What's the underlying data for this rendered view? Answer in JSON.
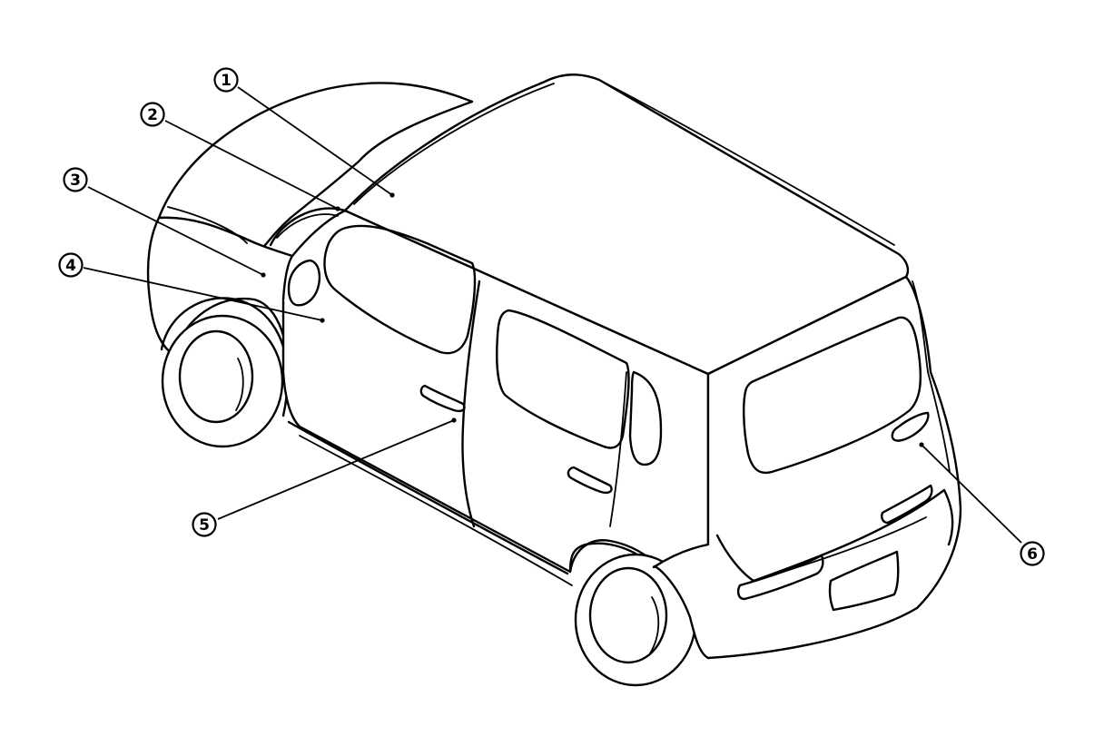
{
  "diagram": {
    "callouts": [
      {
        "label": "1"
      },
      {
        "label": "2"
      },
      {
        "label": "3"
      },
      {
        "label": "4"
      },
      {
        "label": "5"
      },
      {
        "label": "6"
      }
    ]
  }
}
